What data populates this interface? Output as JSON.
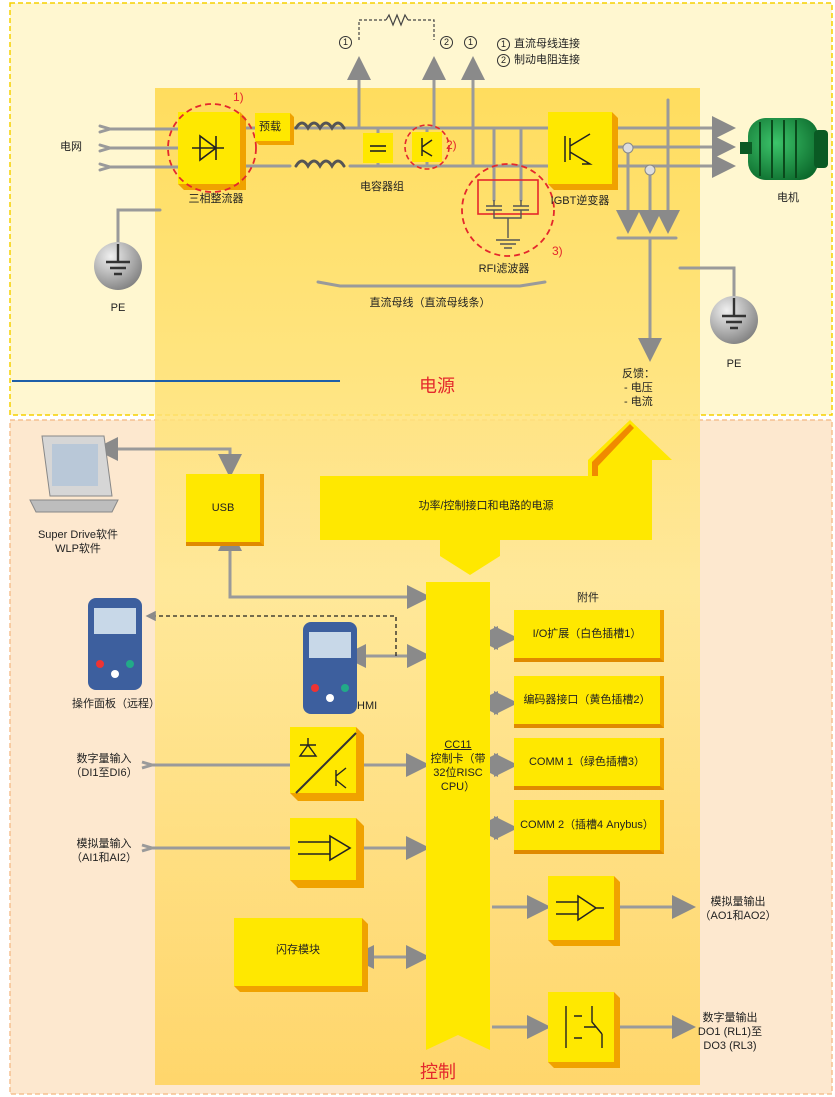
{
  "colors": {
    "yellow": "#ffe800",
    "zone_power_bg": "#fff7d0",
    "zone_control_bg": "#fde8cf",
    "accent_red": "#e4282c",
    "wire_gray": "#9a9a9a",
    "divider_blue": "#1f5fa8"
  },
  "power": {
    "zone_title": "电源",
    "grid_label": "电网",
    "rectifier_label": "三相整流器",
    "precharge_label": "预载",
    "capacitor_label": "电容器组",
    "rfi_label": "RFI滤波器",
    "igbt_label": "IGBT逆变器",
    "motor_label": "电机",
    "dc_bus_label": "直流母线（直流母线条）",
    "pe_left": "PE",
    "pe_right": "PE",
    "marker_1": "1)",
    "marker_2": "2)",
    "marker_3": "3)",
    "circle_1": "1",
    "circle_2": "2",
    "legend": [
      {
        "num": "1",
        "text": "直流母线连接"
      },
      {
        "num": "2",
        "text": "制动电阻连接"
      }
    ],
    "feedback": {
      "title": "反馈：",
      "items": [
        "- 电压",
        "- 电流"
      ]
    }
  },
  "control": {
    "zone_title": "控制",
    "usb_label": "USB",
    "software_label_1": "Super Drive软件",
    "software_label_2": "WLP软件",
    "power_interface_label": "功率/控制接口和电路的电源",
    "remote_panel_label": "操作面板（远程）",
    "hmi_label": "HMI",
    "accessories_title": "附件",
    "slots": [
      "I/O扩展（白色插槽1）",
      "编码器接口（黄色插槽2）",
      "COMM 1（绿色插槽3）",
      "COMM 2（插槽4 Anybus）"
    ],
    "cpu": {
      "name": "CC11",
      "line1": "控制卡（带",
      "line2": "32位RISC",
      "line3": "CPU）"
    },
    "digital_in_1": "数字量输入",
    "digital_in_2": "（DI1至DI6）",
    "analog_in_1": "模拟量输入",
    "analog_in_2": "（AI1和AI2）",
    "flash_label": "闪存模块",
    "analog_out_1": "模拟量输出",
    "analog_out_2": "（AO1和AO2）",
    "digital_out_1": "数字量输出",
    "digital_out_2": "DO1 (RL1)至",
    "digital_out_3": "DO3 (RL3)"
  }
}
